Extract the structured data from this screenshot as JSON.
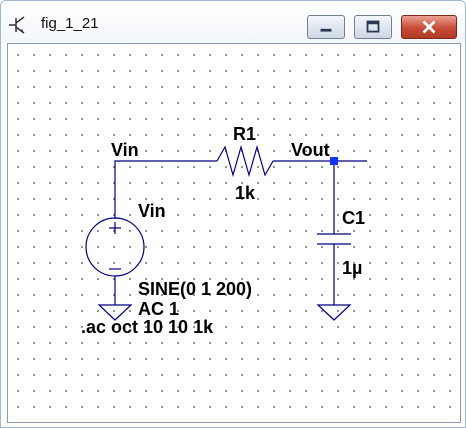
{
  "window": {
    "title": "fig_1_21",
    "icons": {
      "app": "schematic-app-icon",
      "minimize": "minimize-icon",
      "maximize": "maximize-icon",
      "close": "close-icon"
    }
  },
  "colors": {
    "wire": "#00007f",
    "component": "#00007f",
    "junction": "#1432ff",
    "label": "#000000",
    "close_button": "#c74b36"
  },
  "schematic": {
    "net_labels": {
      "input": "Vin",
      "output": "Vout"
    },
    "resistor": {
      "name": "R1",
      "value": "1k"
    },
    "capacitor": {
      "name": "C1",
      "value": "1µ"
    },
    "voltage_source": {
      "name": "Vin",
      "spec_line1": "SINE(0 1 200)",
      "spec_line2": "AC 1"
    },
    "directive": ".ac oct 10 10 1k"
  }
}
